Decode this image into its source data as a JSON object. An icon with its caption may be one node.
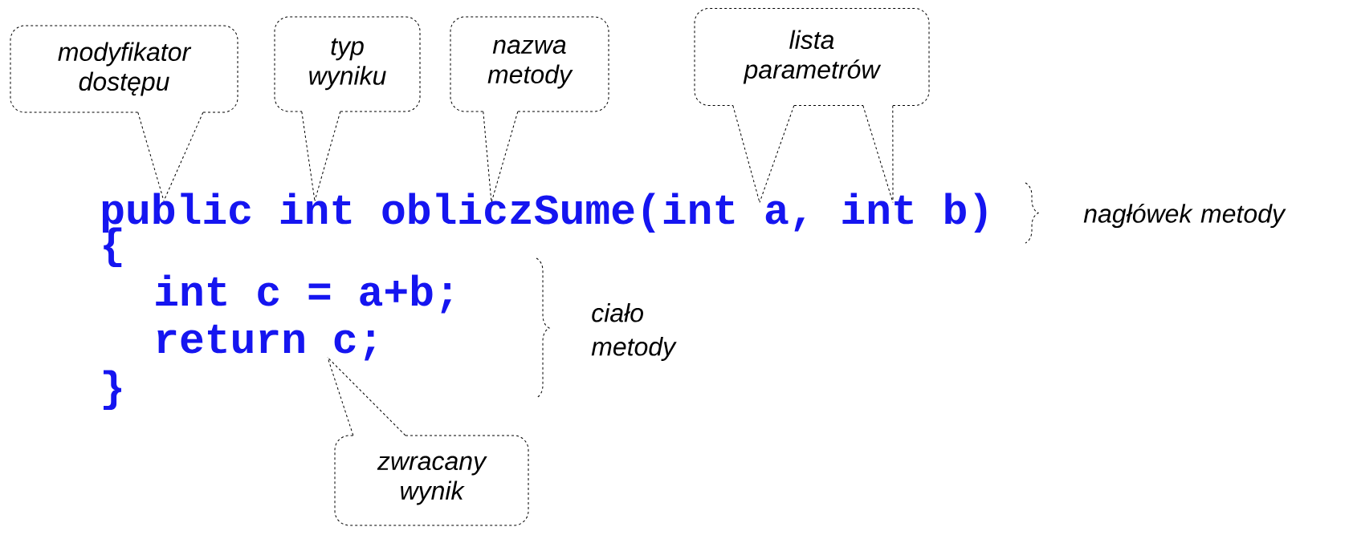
{
  "diagram": {
    "nodes": [
      {
        "text": [
          "modyfikator dostępu"
        ]
      },
      {
        "text": [
          "typ wyniku"
        ]
      },
      {
        "text": [
          "nazwa metody"
        ]
      },
      {
        "text": [
          "lista parametrów"
        ]
      },
      {
        "text": [
          "zwracany wynik"
        ]
      },
      {
        "text": [
          "public int obliczSume(int a, int b)"
        ]
      },
      {
        "text": [
          "{"
        ]
      },
      {
        "text": [
          "int c = a+b;"
        ]
      },
      {
        "text": [
          "return c;"
        ]
      },
      {
        "text": [
          "}"
        ]
      }
    ],
    "edges": [
      {
        "from": 0,
        "to": 5,
        "arrow": "none"
      },
      {
        "from": 1,
        "to": 5,
        "arrow": "none"
      },
      {
        "from": 2,
        "to": 5,
        "arrow": "none"
      },
      {
        "from": 3,
        "to": 5,
        "arrow": "none"
      },
      {
        "from": 3,
        "to": 5,
        "arrow": "none"
      },
      {
        "from": 4,
        "to": 8,
        "arrow": "none"
      }
    ],
    "labels": [
      "nagłówek metody",
      "ciało metody"
    ]
  }
}
